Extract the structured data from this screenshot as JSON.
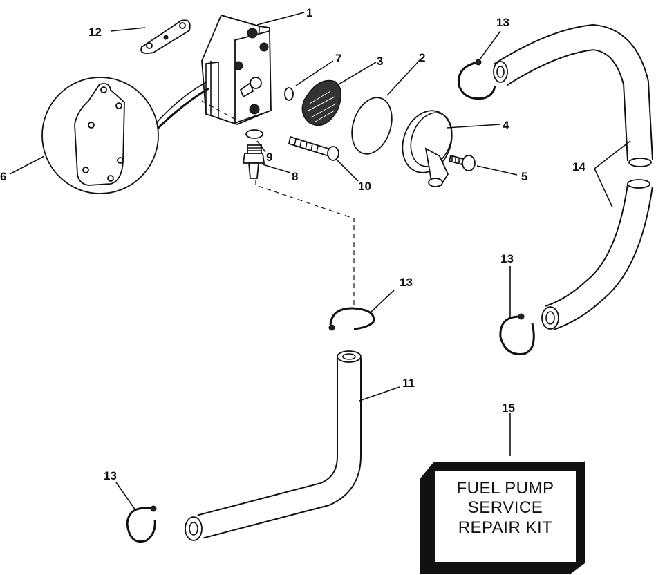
{
  "callouts": {
    "c1": "1",
    "c2": "2",
    "c3": "3",
    "c4": "4",
    "c5": "5",
    "c6": "6",
    "c7": "7",
    "c8": "8",
    "c9": "9",
    "c10": "10",
    "c11": "11",
    "c12": "12",
    "c13": "13",
    "c14": "14",
    "c15": "15"
  },
  "kit_label": {
    "line1": "FUEL PUMP",
    "line2": "SERVICE",
    "line3": "REPAIR KIT"
  }
}
